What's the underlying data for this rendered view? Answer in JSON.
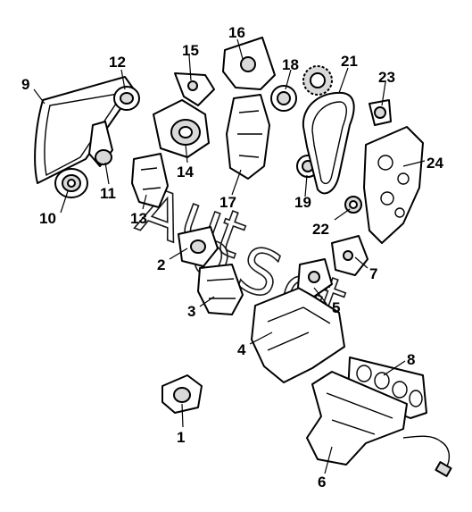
{
  "watermark": {
    "letters": [
      "A",
      "u",
      "t",
      "o",
      "S",
      "o",
      "f",
      "t"
    ]
  },
  "callouts": [
    {
      "id": "1",
      "label": "1"
    },
    {
      "id": "2",
      "label": "2"
    },
    {
      "id": "3",
      "label": "3"
    },
    {
      "id": "4",
      "label": "4"
    },
    {
      "id": "5",
      "label": "5"
    },
    {
      "id": "6",
      "label": "6"
    },
    {
      "id": "7",
      "label": "7"
    },
    {
      "id": "8",
      "label": "8"
    },
    {
      "id": "9",
      "label": "9"
    },
    {
      "id": "10",
      "label": "10"
    },
    {
      "id": "11",
      "label": "11"
    },
    {
      "id": "12",
      "label": "12"
    },
    {
      "id": "13",
      "label": "13"
    },
    {
      "id": "14",
      "label": "14"
    },
    {
      "id": "15",
      "label": "15"
    },
    {
      "id": "16",
      "label": "16"
    },
    {
      "id": "17",
      "label": "17"
    },
    {
      "id": "18",
      "label": "18"
    },
    {
      "id": "19",
      "label": "19"
    },
    {
      "id": "21",
      "label": "21"
    },
    {
      "id": "22",
      "label": "22"
    },
    {
      "id": "23",
      "label": "23"
    },
    {
      "id": "24",
      "label": "24"
    }
  ]
}
